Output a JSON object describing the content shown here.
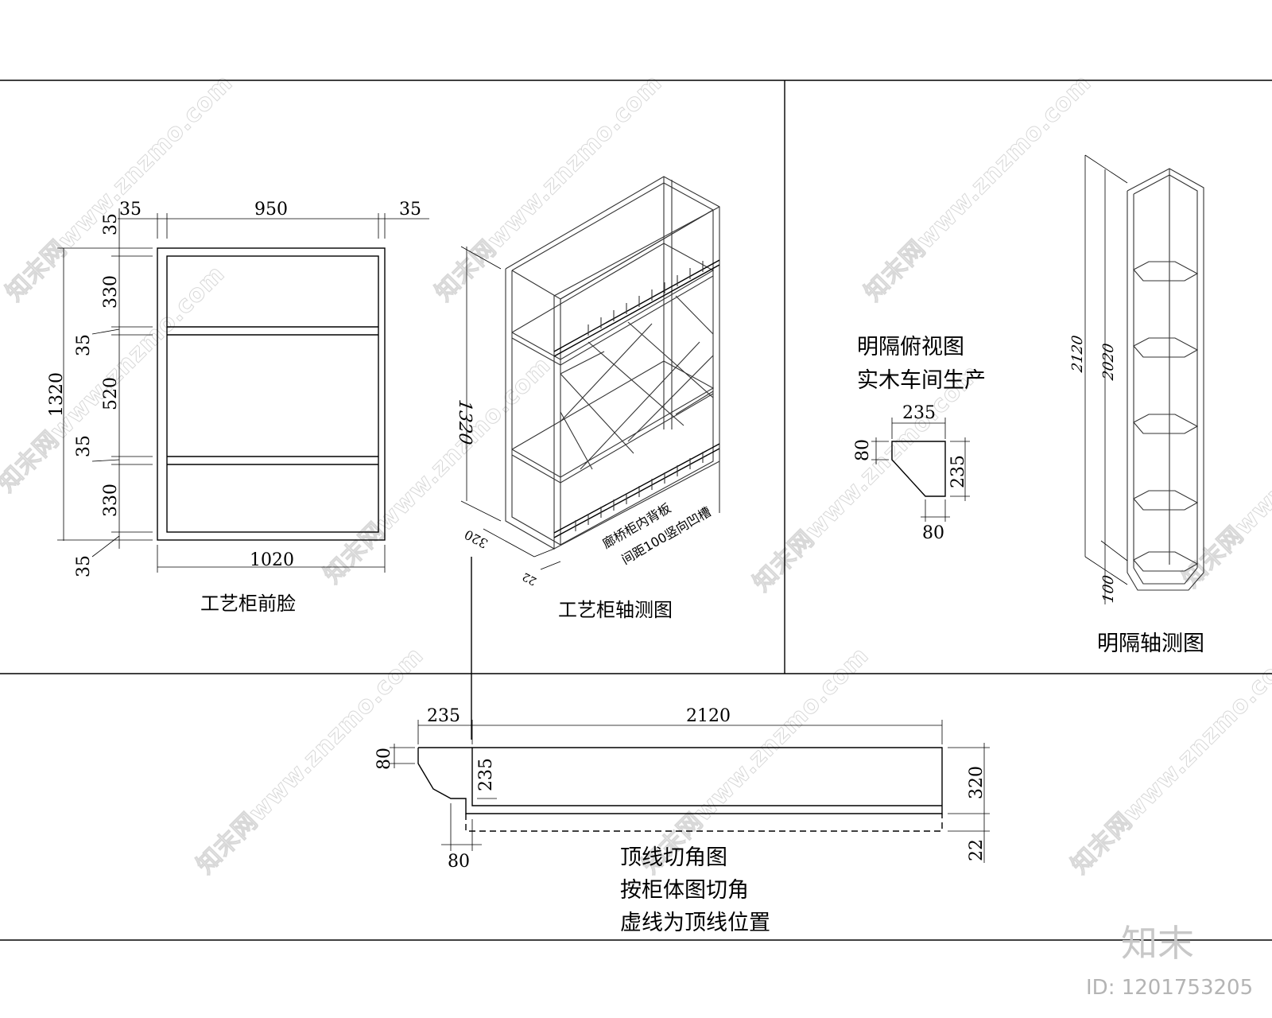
{
  "watermark": {
    "text": "知末网www.znzmo.com",
    "brand": "知末",
    "id_label": "ID: 1201753205"
  },
  "front_view": {
    "caption": "工艺柜前脸",
    "dims": {
      "left_margin": "35",
      "width_inner": "950",
      "right_margin": "35",
      "total_width": "1020",
      "top": "35",
      "upper": "330",
      "shelf1": "35",
      "middle": "520",
      "shelf2": "35",
      "lower": "330",
      "bottom": "35",
      "total_height": "1320"
    }
  },
  "axonometric_view": {
    "caption": "工艺柜轴测图",
    "height": "1320",
    "depth": "320",
    "small": "22",
    "note_line1": "廊桥柜内背板",
    "note_line2": "间距100竖向凹槽"
  },
  "shelf_top_view": {
    "title_line1": "明隔俯视图",
    "title_line2": "实木车间生产",
    "dims": {
      "width": "235",
      "offset": "80",
      "height": "235",
      "bottom": "80"
    }
  },
  "shelf_axonometric": {
    "caption": "明隔轴测图",
    "total": "2120",
    "inner": "2020",
    "base": "100"
  },
  "crown_cut": {
    "caption_line1": "顶线切角图",
    "caption_line2": "按柜体图切角",
    "caption_line3": "虚线为顶线位置",
    "dims": {
      "left": "235",
      "length": "2120",
      "offset": "80",
      "inner_h": "235",
      "bottom": "80",
      "height": "320",
      "gap": "22"
    }
  }
}
